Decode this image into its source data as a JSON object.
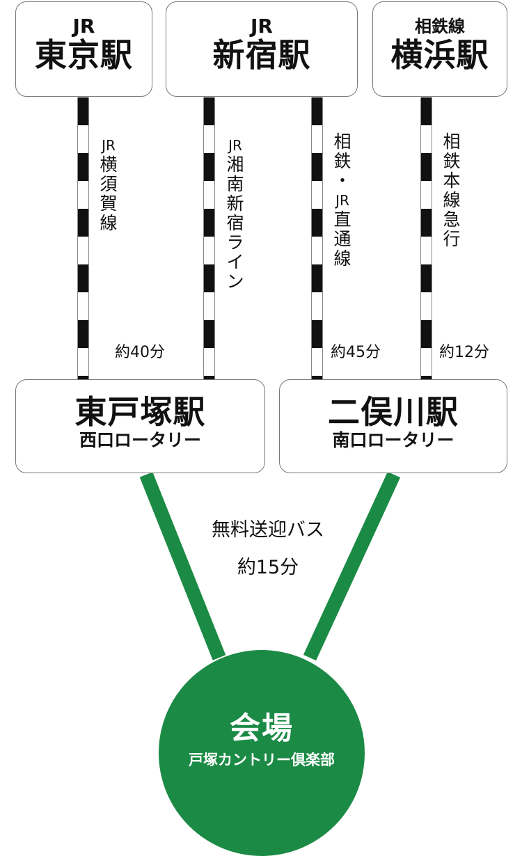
{
  "origins": [
    {
      "line_label": "JR",
      "station": "東京駅"
    },
    {
      "line_label": "JR",
      "station": "新宿駅"
    },
    {
      "line_label": "相鉄線",
      "station": "横浜駅"
    }
  ],
  "routes": [
    {
      "name": "JR横須賀線",
      "chars": [
        "JR",
        "横",
        "須",
        "賀",
        "線"
      ],
      "time": "約40分"
    },
    {
      "name": "JR湘南新宿ライン",
      "chars": [
        "JR",
        "湘",
        "南",
        "新",
        "宿",
        "ラ",
        "イ",
        "ン"
      ],
      "time": ""
    },
    {
      "name": "相鉄・JR直通線",
      "chars": [
        "相",
        "鉄",
        "・",
        "JR",
        "直",
        "通",
        "線"
      ],
      "time": "約45分"
    },
    {
      "name": "相鉄本線急行",
      "chars": [
        "相",
        "鉄",
        "本",
        "線",
        "急",
        "行"
      ],
      "time": "約12分"
    }
  ],
  "transfers": [
    {
      "station": "東戸塚駅",
      "exit": "西口ロータリー"
    },
    {
      "station": "二俣川駅",
      "exit": "南口ロータリー"
    }
  ],
  "bus": {
    "label": "無料送迎バス",
    "time": "約15分"
  },
  "venue": {
    "title": "会場",
    "name": "戸塚カントリー倶楽部"
  },
  "colors": {
    "accent_green": "#1b8a45",
    "rail_dark": "#111111"
  }
}
